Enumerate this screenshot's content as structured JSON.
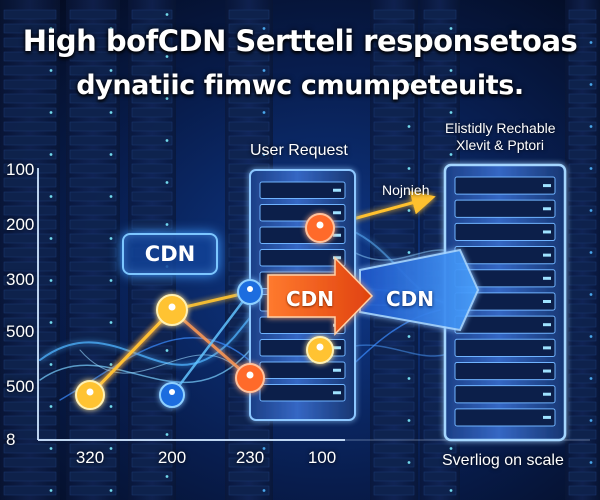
{
  "headline": {
    "line1": "High bofCDN Sertteli responsetoas",
    "line2": "dynatiic fimwc cmumpeteuits."
  },
  "y_axis_ticks": [
    "100",
    "200",
    "300",
    "500",
    "500",
    "8"
  ],
  "x_axis_ticks": [
    "320",
    "200",
    "230",
    "100"
  ],
  "labels": {
    "user_request": "User Request",
    "notifier": "Nojnieh",
    "elastic_line1": "Elistidly Rechable",
    "elastic_line2": "Xlevit & Pptori",
    "scaling": "Sverliog on scale"
  },
  "cdn": {
    "box": "CDN",
    "orange_arrow": "CDN",
    "blue_arrow": "CDN"
  },
  "colors": {
    "background": "#050d24",
    "glow_blue": "#3f9bff",
    "node_orange": "#ff6a2b",
    "node_yellow": "#ffc332",
    "arrow_orange": "#ff5a1f",
    "arrow_blue": "#2f7cf0",
    "accent_arrow": "#ffc12f"
  },
  "icons": [
    "server-rack-icon",
    "user-pin-icon"
  ]
}
